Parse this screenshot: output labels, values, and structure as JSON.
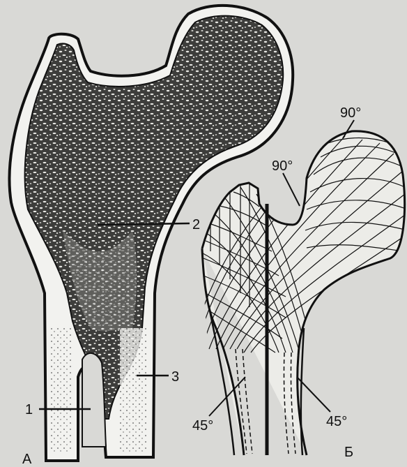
{
  "figure": {
    "panels": [
      {
        "id": "A",
        "label": "А"
      },
      {
        "id": "B",
        "label": "Б"
      }
    ],
    "panel_a_callouts": [
      "1",
      "2",
      "3"
    ],
    "panel_b_angles": [
      "90°",
      "90°",
      "45°",
      "45°"
    ],
    "colors": {
      "background": "#d9d9d6",
      "ink": "#111111",
      "bone_fill": "#f2f2ef",
      "spongy_fill": "#3a3a38"
    }
  }
}
